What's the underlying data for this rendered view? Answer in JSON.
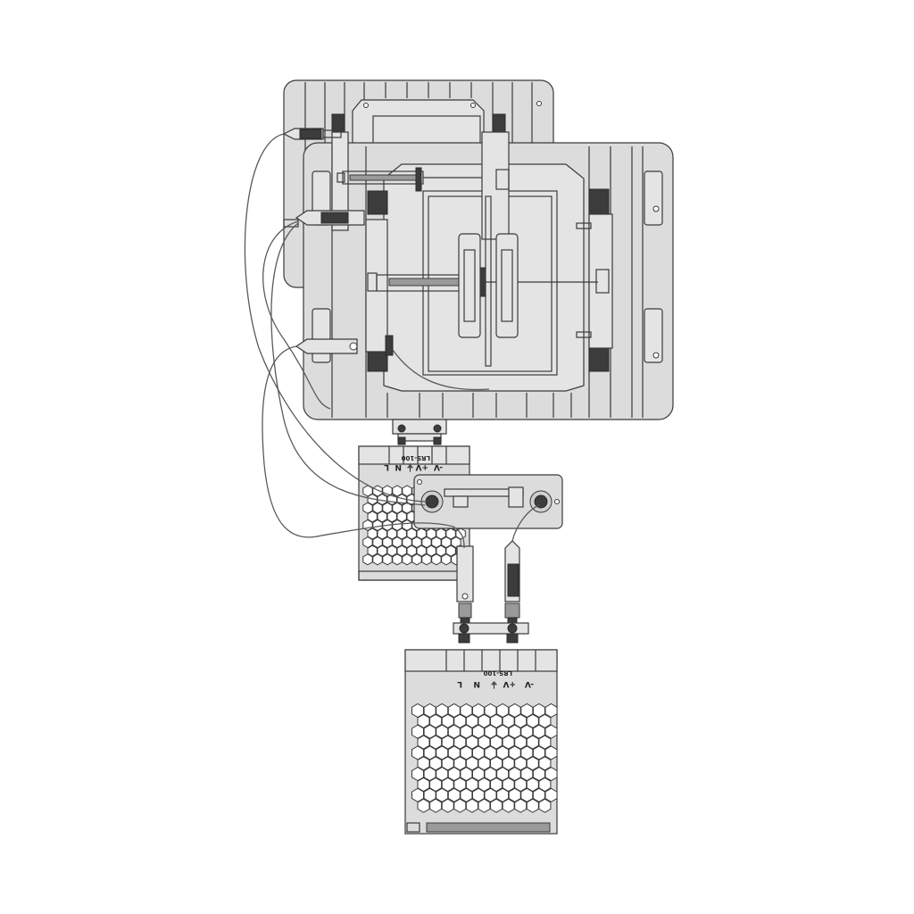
{
  "diagram": {
    "colors": {
      "background": "#ffffff",
      "panel_fill": "#dcdcdc",
      "outline": "#3a3a3a",
      "dark_part": "#3c3c3c"
    },
    "psu_upper": {
      "terminals": [
        "-V",
        "+V",
        "⏚",
        "N",
        "L"
      ],
      "model": "LRS-100"
    },
    "psu_lower": {
      "terminals": [
        "-V",
        "+V",
        "⏚",
        "N",
        "L"
      ],
      "model": "LRS-100"
    }
  }
}
